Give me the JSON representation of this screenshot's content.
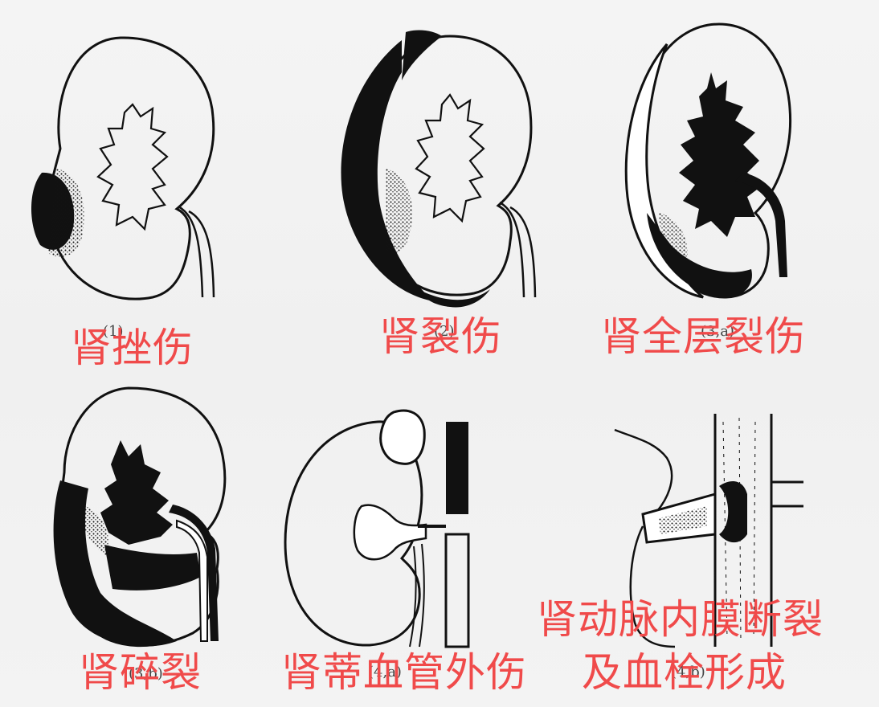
{
  "figures": [
    {
      "num": "(1)",
      "caption": "肾挫伤"
    },
    {
      "num": "(2)",
      "caption": "肾裂伤"
    },
    {
      "num": "(3,a)",
      "caption": "肾全层裂伤"
    },
    {
      "num": "(3,b)",
      "caption": "肾碎裂"
    },
    {
      "num": "(4,a)",
      "caption": "肾蒂血管外伤"
    },
    {
      "num": "(4,b)",
      "caption_line1": "肾动脉内膜断裂",
      "caption_line2": "及血栓形成"
    }
  ],
  "colors": {
    "caption": "#f04a4a",
    "ink": "#111111"
  },
  "icons": [
    "kidney-contusion-drawing",
    "kidney-laceration-drawing",
    "kidney-full-thickness-laceration-drawing",
    "kidney-shattered-drawing",
    "renal-pedicle-injury-drawing",
    "renal-artery-intimal-tear-drawing"
  ]
}
